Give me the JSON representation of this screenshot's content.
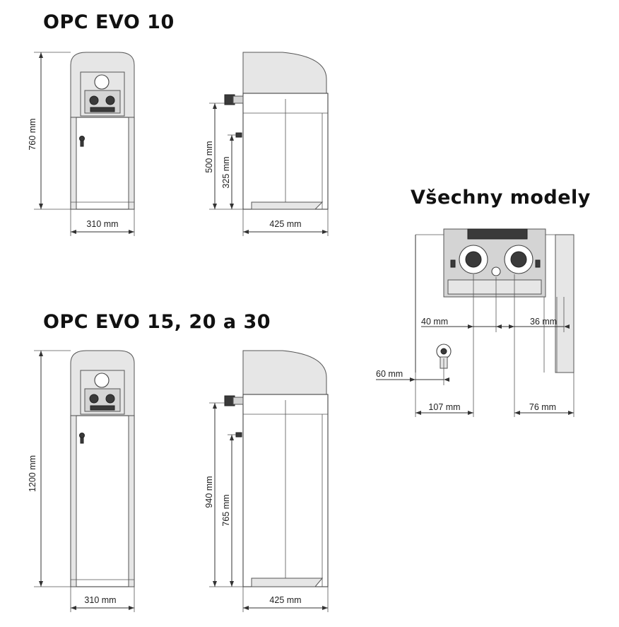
{
  "headings": {
    "evo10": "OPC EVO 10",
    "evo15": "OPC EVO 15, 20 a 30",
    "all": "Všechny modely"
  },
  "dims": {
    "evo10_height": "760 mm",
    "evo10_width": "310 mm",
    "evo10_depth": "425 mm",
    "evo10_inlet_h": "500 mm",
    "evo10_overflow_h": "325 mm",
    "evo15_height": "1200 mm",
    "evo15_width": "310 mm",
    "evo15_depth": "425 mm",
    "evo15_inlet_h": "940 mm",
    "evo15_overflow_h": "765 mm",
    "all_40": "40 mm",
    "all_36": "36 mm",
    "all_60": "60 mm",
    "all_107": "107 mm",
    "all_76": "76 mm"
  }
}
